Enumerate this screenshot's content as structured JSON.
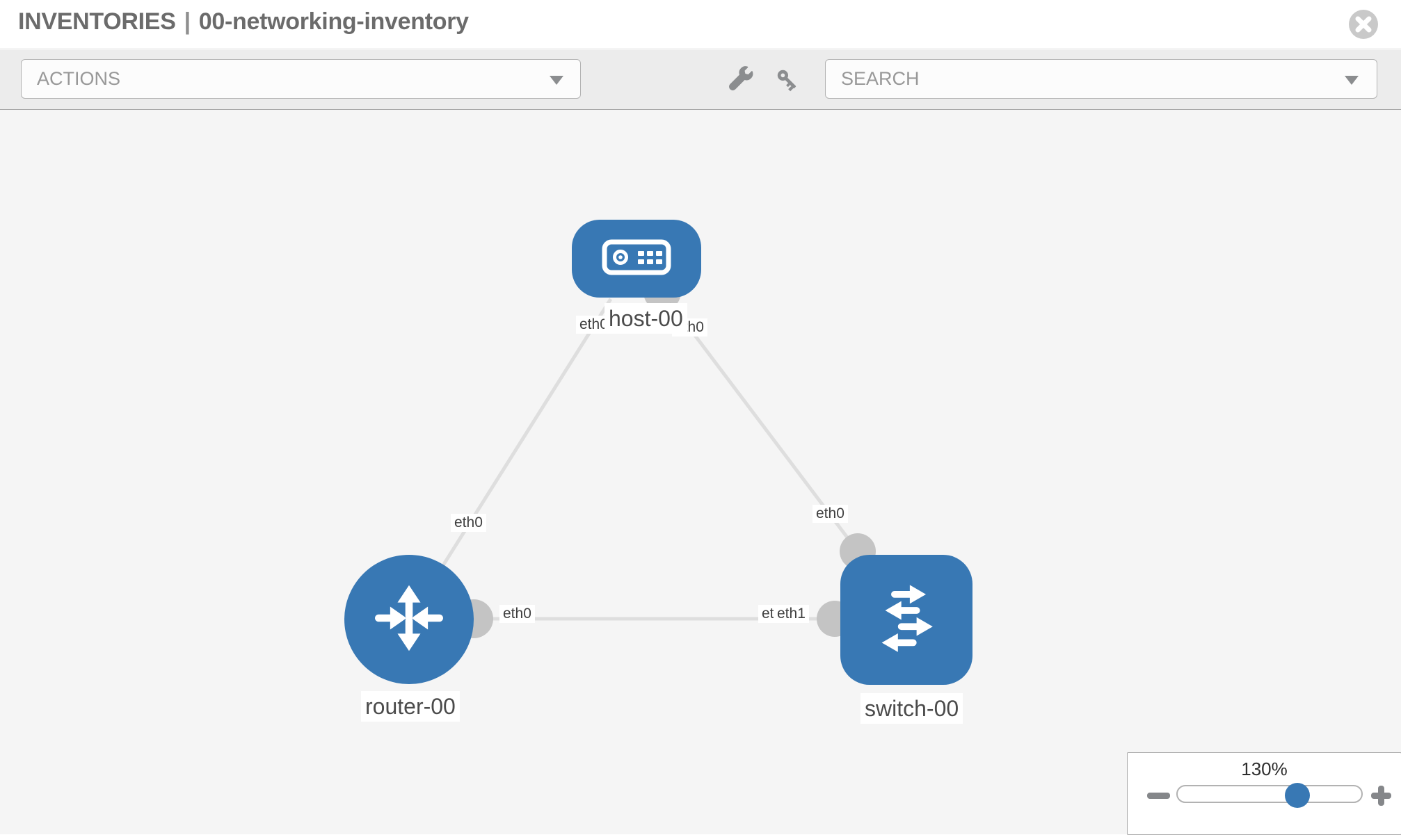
{
  "header": {
    "section_title": "INVENTORIES",
    "separator": "|",
    "inventory_name": "00-networking-inventory",
    "close_icon": "circle-x"
  },
  "toolbar": {
    "actions_label": "ACTIONS",
    "search_label": "SEARCH",
    "wrench_icon": "wrench",
    "key_icon": "key"
  },
  "graph": {
    "nodes": [
      {
        "id": "host-00",
        "type": "host",
        "label": "host-00",
        "icon": "host-device"
      },
      {
        "id": "router-00",
        "type": "router",
        "label": "router-00",
        "icon": "router-arrows"
      },
      {
        "id": "switch-00",
        "type": "switch",
        "label": "switch-00",
        "icon": "switch-arrows"
      }
    ],
    "edges": [
      {
        "a": "host-00",
        "b": "router-00"
      },
      {
        "a": "host-00",
        "b": "switch-00",
        "arrowhead": "toward-host"
      },
      {
        "a": "router-00",
        "b": "switch-00"
      }
    ],
    "interface_labels": {
      "host_left": "eth0",
      "host_right": "eth0",
      "host_router_mid": "eth0",
      "host_switch_mid": "eth0",
      "router_end": "eth0",
      "switch_end_under": "eth0",
      "switch_end_over": "eth1"
    }
  },
  "zoom_control": {
    "level": "130%",
    "minus_icon": "minus",
    "plus_icon": "plus"
  },
  "colors": {
    "node_blue": "#3878b4",
    "bubble_gray": "#c4c4c4",
    "edge_gray": "#dedede",
    "toolbar_bg": "#ececec",
    "canvas_bg": "#f5f5f5"
  }
}
